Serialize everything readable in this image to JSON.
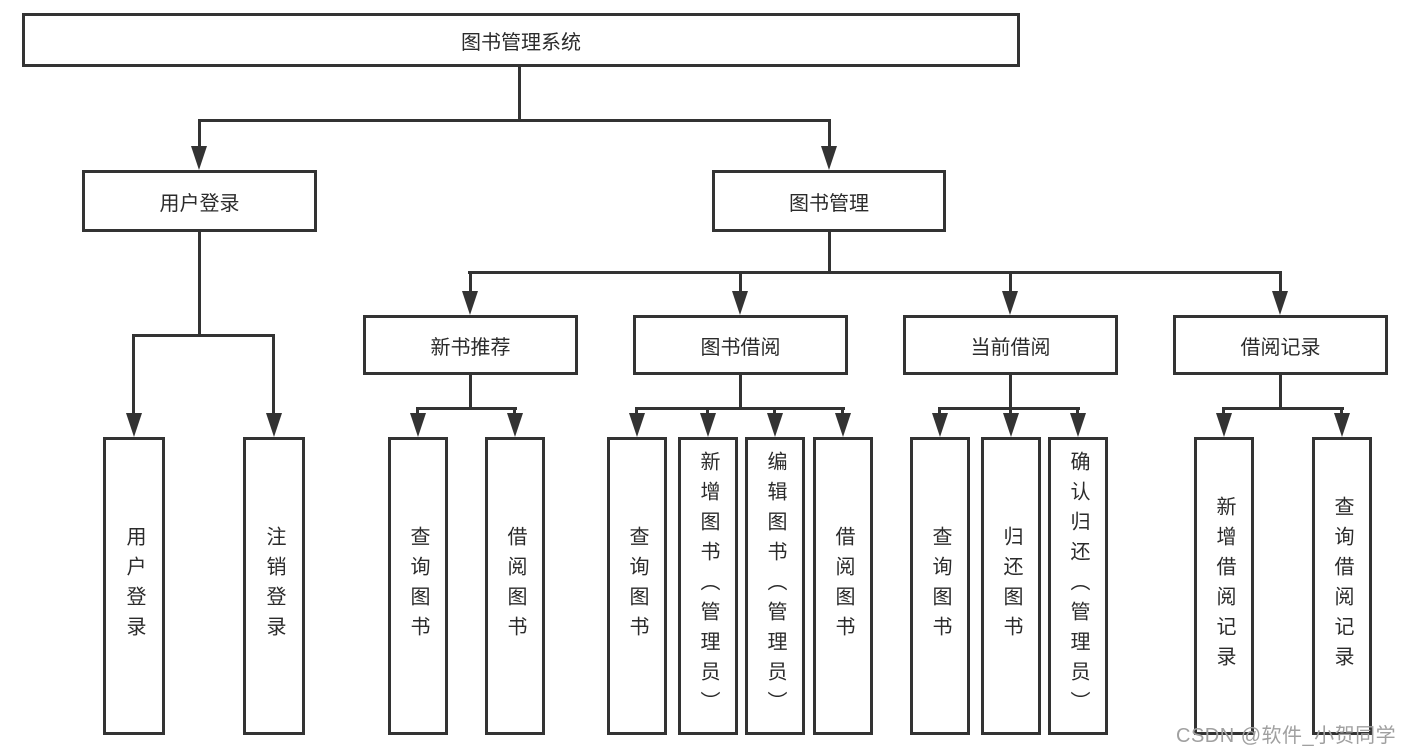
{
  "colors": {
    "line": "#333333",
    "text": "#2b2b2b",
    "background": "#ffffff",
    "watermark_text": "#a0a0a0"
  },
  "root": {
    "label": "图书管理系统"
  },
  "level2": {
    "user_login": {
      "label": "用户登录"
    },
    "book_management": {
      "label": "图书管理"
    }
  },
  "level3": {
    "new_book_recommend": {
      "label": "新书推荐"
    },
    "book_borrow": {
      "label": "图书借阅"
    },
    "current_borrow": {
      "label": "当前借阅"
    },
    "borrow_record": {
      "label": "借阅记录"
    }
  },
  "leaves": {
    "user_login_group": [
      "用户登录",
      "注销登录"
    ],
    "new_book_group": [
      "查询图书",
      "借阅图书"
    ],
    "book_borrow_group": [
      "查询图书",
      "新增图书（管理员）",
      "编辑图书（管理员）",
      "借阅图书"
    ],
    "current_borrow_group": [
      "查询图书",
      "归还图书",
      "确认归还（管理员）"
    ],
    "borrow_record_group": [
      "新增借阅记录",
      "查询借阅记录"
    ]
  },
  "watermark": {
    "text": "CSDN @软件_小贺同学"
  }
}
